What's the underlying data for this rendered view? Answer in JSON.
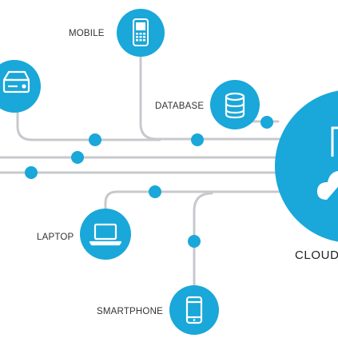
{
  "colors": {
    "accent": "#1aa7d9",
    "line": "#c7c9cc",
    "icon": "#ffffff"
  },
  "nodes": {
    "mobile": {
      "label": "MOBILE",
      "icon": "mobile-phone-icon"
    },
    "drive": {
      "label": "",
      "icon": "hard-drive-icon"
    },
    "database": {
      "label": "DATABASE",
      "icon": "database-icon"
    },
    "laptop": {
      "label": "LAPTOP",
      "icon": "laptop-icon"
    },
    "smartphone": {
      "label": "SMARTPHONE",
      "icon": "smartphone-icon"
    },
    "cloud": {
      "label": "CLOUD",
      "icon": "cloud-icon"
    }
  }
}
